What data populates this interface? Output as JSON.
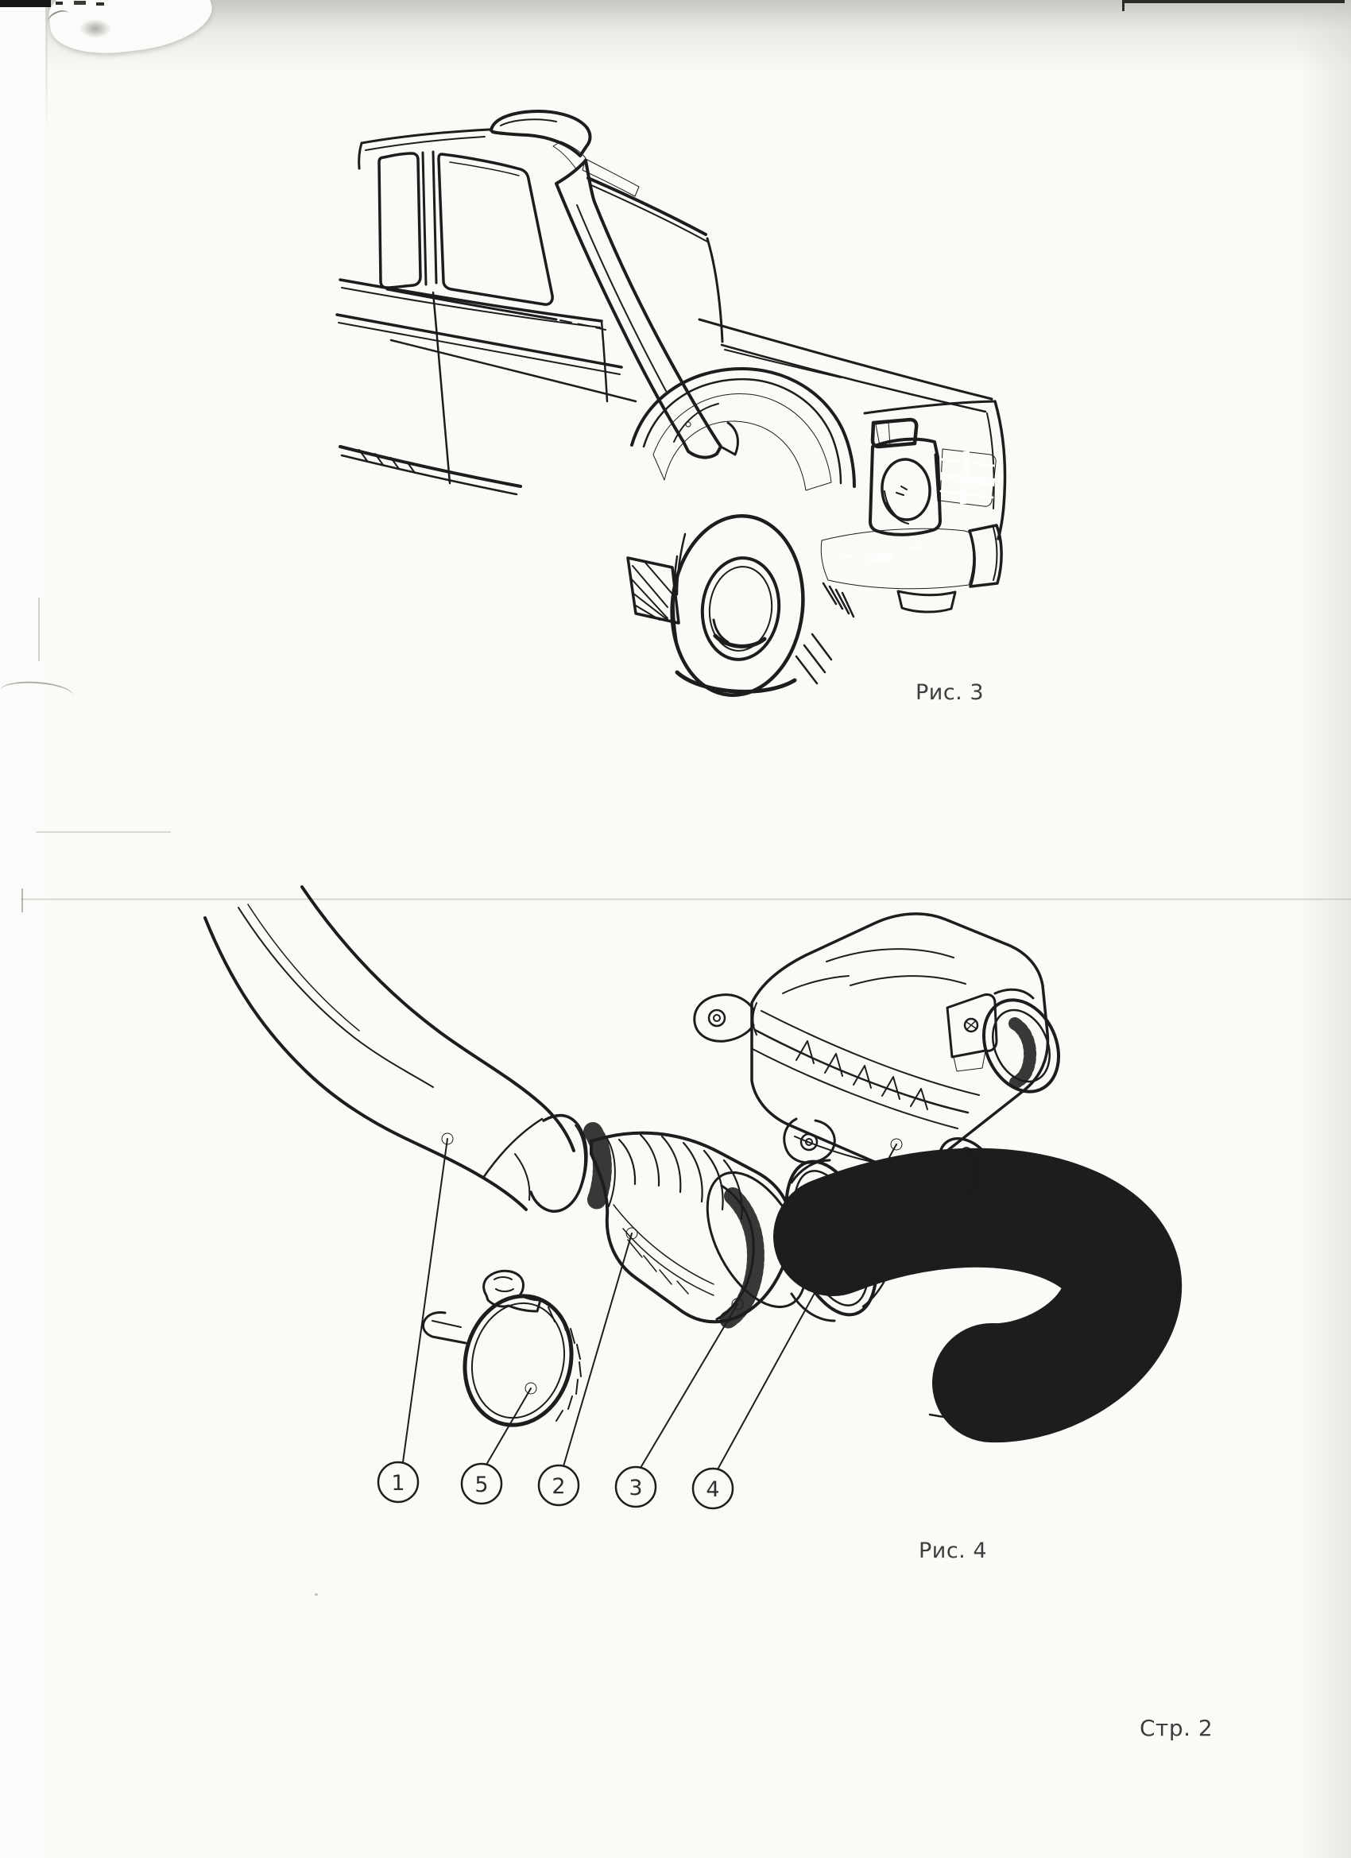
{
  "page": {
    "figure3_caption": "Рис. 3",
    "figure4_caption": "Рис. 4",
    "page_number": "Стр. 2",
    "figure4_callouts": [
      "1",
      "5",
      "2",
      "3",
      "4"
    ]
  },
  "colors": {
    "paper": "#fbfaf7",
    "ink": "#1d1d1d",
    "callout_fill": "#c8c8c6",
    "caption_text": "#3e3e3e",
    "scan_shadow": "#bebdb9"
  }
}
